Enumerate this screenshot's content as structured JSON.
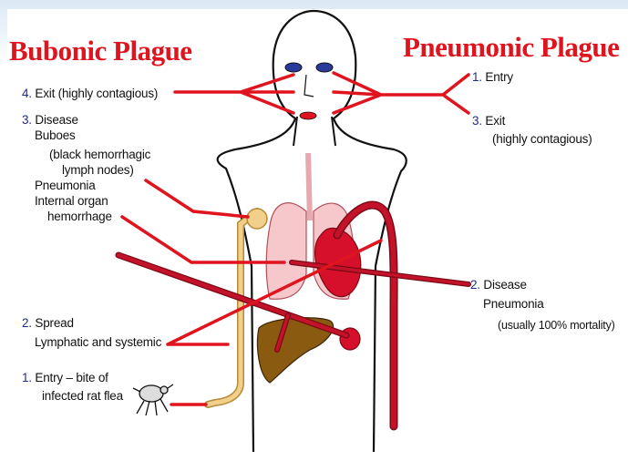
{
  "titles": {
    "bubonic": "Bubonic Plague",
    "pneumonic": "Pneumonic Plague"
  },
  "bubonic_labels": {
    "exit": {
      "num": "4.",
      "text": "Exit (highly contagious)"
    },
    "disease": {
      "num": "3.",
      "text": "Disease",
      "line2": "Buboes",
      "line3": "(black hemorrhagic",
      "line4": "lymph nodes)",
      "line5": "Pneumonia",
      "line6": "Internal organ",
      "line7": "hemorrhage"
    },
    "spread": {
      "num": "2.",
      "text": "Spread",
      "line2": "Lymphatic and systemic"
    },
    "entry": {
      "num": "1.",
      "text": "Entry – bite of",
      "line2": "infected rat flea"
    }
  },
  "pneumonic_labels": {
    "entry": {
      "num": "1.",
      "text": "Entry"
    },
    "exit": {
      "num": "3.",
      "text": "Exit",
      "line2": "(highly contagious)"
    },
    "disease": {
      "num": "2.",
      "text": "Disease",
      "line2": "Pneumonia",
      "line3": "(usually 100% mortality)"
    }
  },
  "colors": {
    "title": "#e0141e",
    "arrow": "#e0141e",
    "vessel": "#c4122a",
    "lymph": "#f3d08a",
    "lung": "#f6c8cc",
    "heart": "#d6102a",
    "liver": "#8a5a10"
  }
}
